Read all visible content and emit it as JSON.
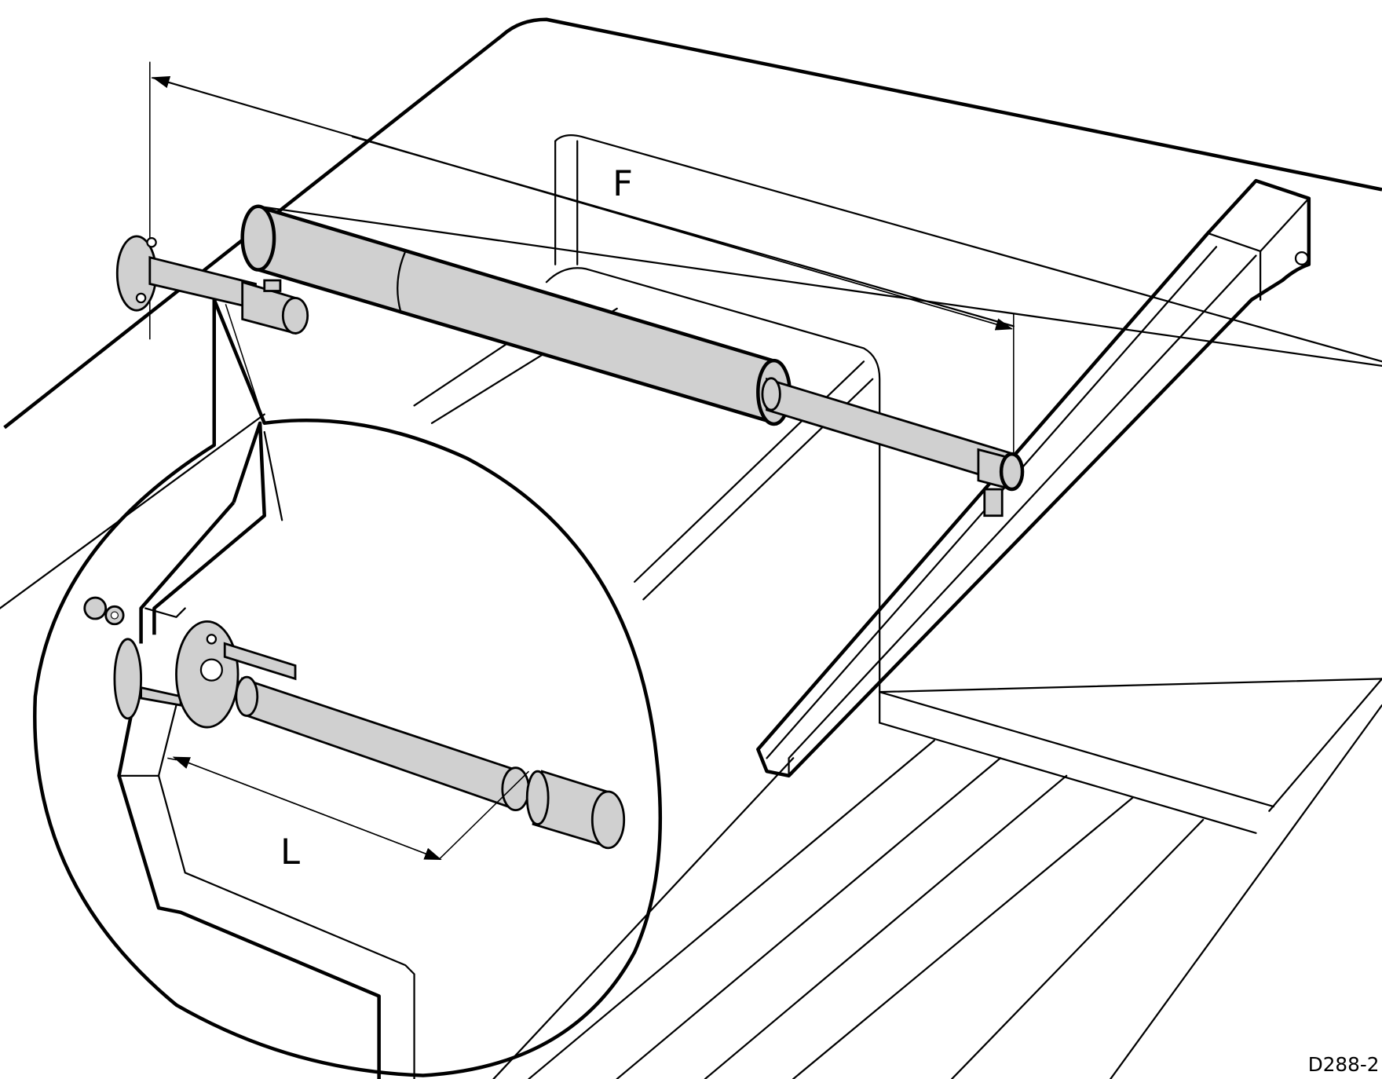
{
  "diagram": {
    "dimension_labels": {
      "overall": "F",
      "detail": "L"
    },
    "figure_code": "D288-2",
    "colors": {
      "part_fill": "#d0d0d0",
      "line": "#000000"
    }
  }
}
